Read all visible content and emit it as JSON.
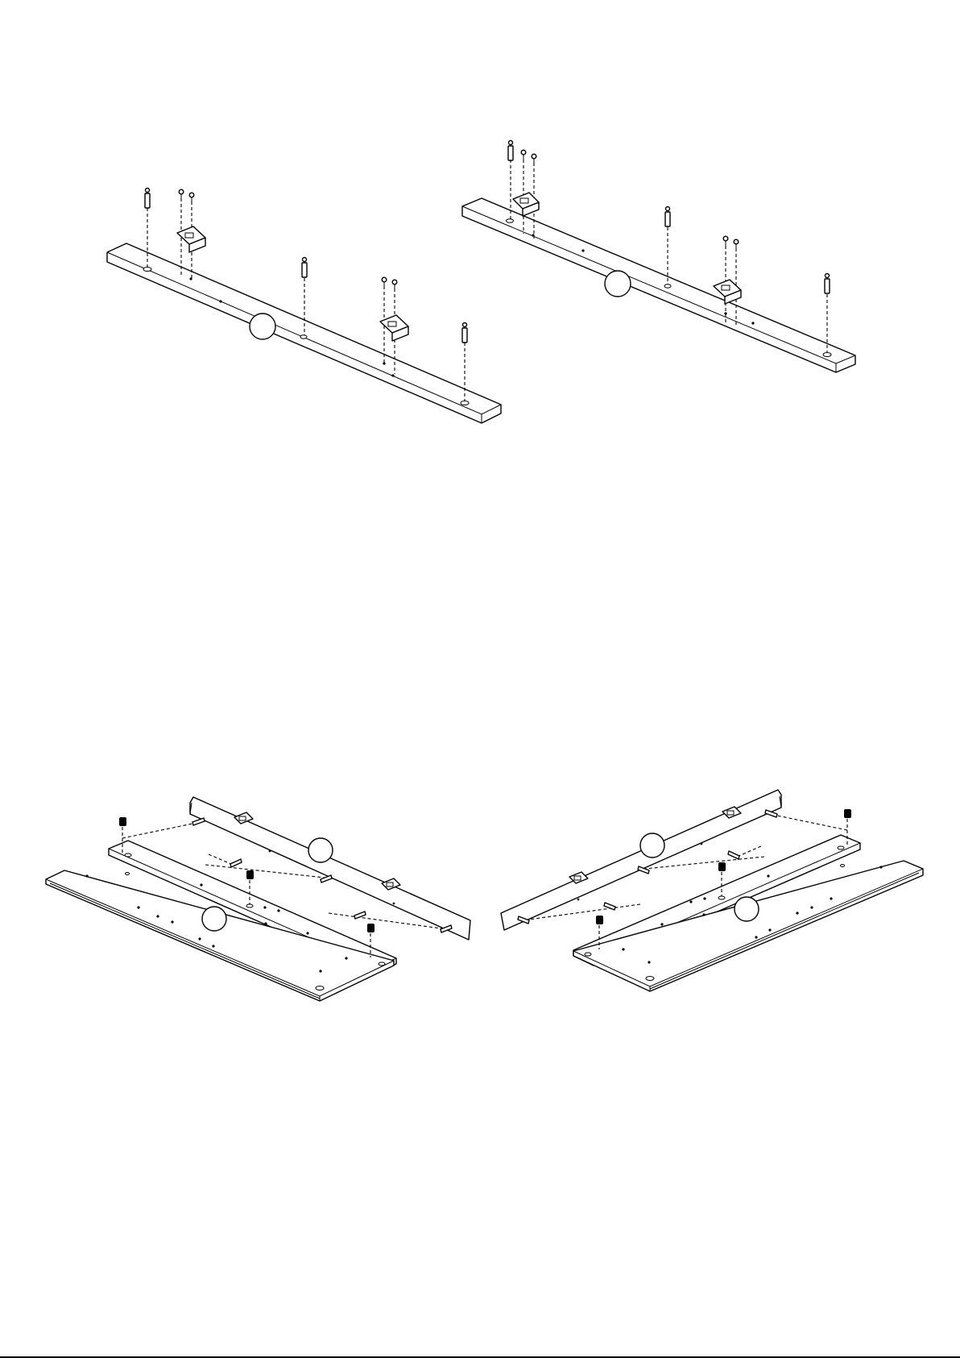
{
  "page": {
    "background": "#ffffff",
    "ink": "#000000"
  },
  "steps": [
    {
      "id": "rail-a",
      "description_icon": "rail-with-hinges-and-pins"
    },
    {
      "id": "rail-b",
      "description_icon": "rail-with-hinges-and-pins"
    },
    {
      "id": "frame-a",
      "description_icon": "bed-frame-assembly"
    },
    {
      "id": "frame-b",
      "description_icon": "bed-frame-assembly"
    }
  ],
  "icons": {
    "screw": "screw-icon",
    "dowel": "wooden-dowel-icon",
    "hinge": "hinge-bracket-icon",
    "cam": "cam-lock-icon",
    "callout": "part-callout-circle"
  }
}
